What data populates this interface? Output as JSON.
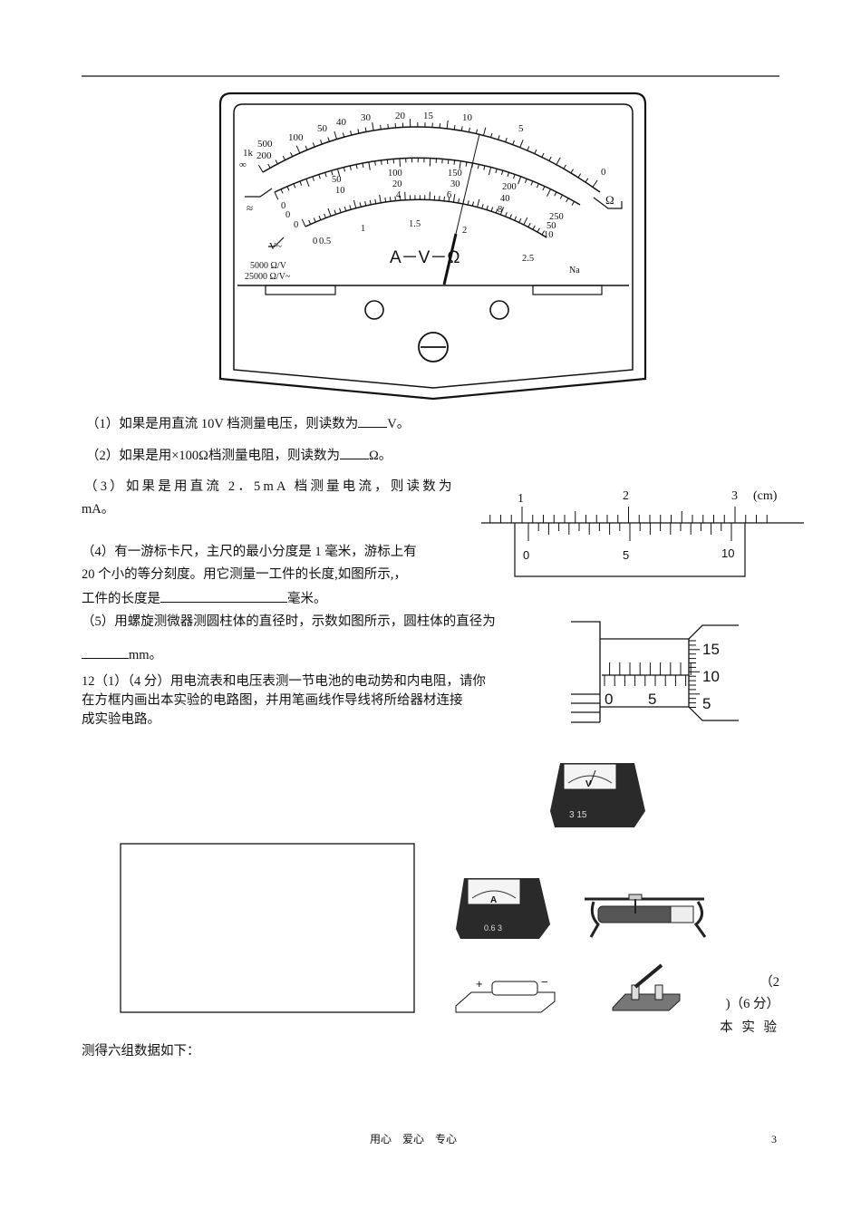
{
  "meter": {
    "brand_text": "A－V－Ω",
    "sensitivity_dc": "5000 Ω/V",
    "sensitivity_ac": "25000 Ω/V~",
    "maker_mark": "Na",
    "ohm_scale": [
      "∞",
      "1k",
      "500",
      "200",
      "100",
      "50",
      "40",
      "30",
      "20",
      "15",
      "10",
      "5",
      "0"
    ],
    "ohm_symbol": "Ω",
    "dcv_scale_250": [
      "0",
      "50",
      "100",
      "150",
      "200",
      "250"
    ],
    "dcv_scale_50": [
      "0",
      "10",
      "20",
      "30",
      "40",
      "50"
    ],
    "dcv_scale_10": [
      "0",
      "4",
      "6",
      "8",
      "10"
    ],
    "ma_scale": [
      "0",
      "0.5",
      "1",
      "1.5",
      "2",
      "2.5"
    ],
    "ac_symbol": "≈",
    "v_symbol": "V~"
  },
  "rule": {
    "top": true
  },
  "questions": {
    "q1": {
      "pre": "（1）如果是用直流 10V 档测量电压，则读数为",
      "post": "V。"
    },
    "q2": {
      "pre": "（2）如果是用×100Ω档测量电阻，则读数为",
      "post": "Ω。"
    },
    "q3": {
      "line1": "（3）如果是用直流 2．5mA 档测量电流，则读数为",
      "line2": "mA。"
    },
    "q4": {
      "line1": "（4）有一游标卡尺，主尺的最小分度是 1 毫米，游标上有",
      "line2": "20 个小的等分刻度。用它测量一工件的长度,如图所示,，",
      "line3_pre": "工件的长度是",
      "line3_post": "毫米。"
    },
    "q5": {
      "line1": "（5）用螺旋测微器测圆柱体的直径时，示数如图所示，圆柱体的直径为",
      "line2_post": "mm。"
    },
    "q12": {
      "line1": "12（1）（4 分）用电流表和电压表测一节电池的电动势和内电阻，请你",
      "line2": "在方框内画出本实验的电路图，并用笔画线作导线将所给器材连接",
      "line3": "成实验电路。"
    },
    "q12_2": {
      "line1": "（2",
      "line2": ")（6 分）",
      "line3": "本 实 验"
    },
    "data_intro": "测得六组数据如下："
  },
  "caliper": {
    "main_labels": [
      "1",
      "2",
      "3"
    ],
    "unit": "(cm)",
    "vernier_labels": [
      "0",
      "5",
      "10"
    ]
  },
  "micrometer": {
    "sleeve_labels": [
      "0",
      "5"
    ],
    "thimble_labels": [
      "15",
      "10",
      "5"
    ]
  },
  "equipment": {
    "voltmeter": {
      "symbol": "V",
      "terminals": "3 15"
    },
    "ammeter": {
      "symbol": "A",
      "terminals": "0.6 3"
    },
    "battery": {
      "plus": "+",
      "minus": "−"
    }
  },
  "footer": {
    "slogan": "用心　爱心　专心",
    "page_number": "3"
  }
}
